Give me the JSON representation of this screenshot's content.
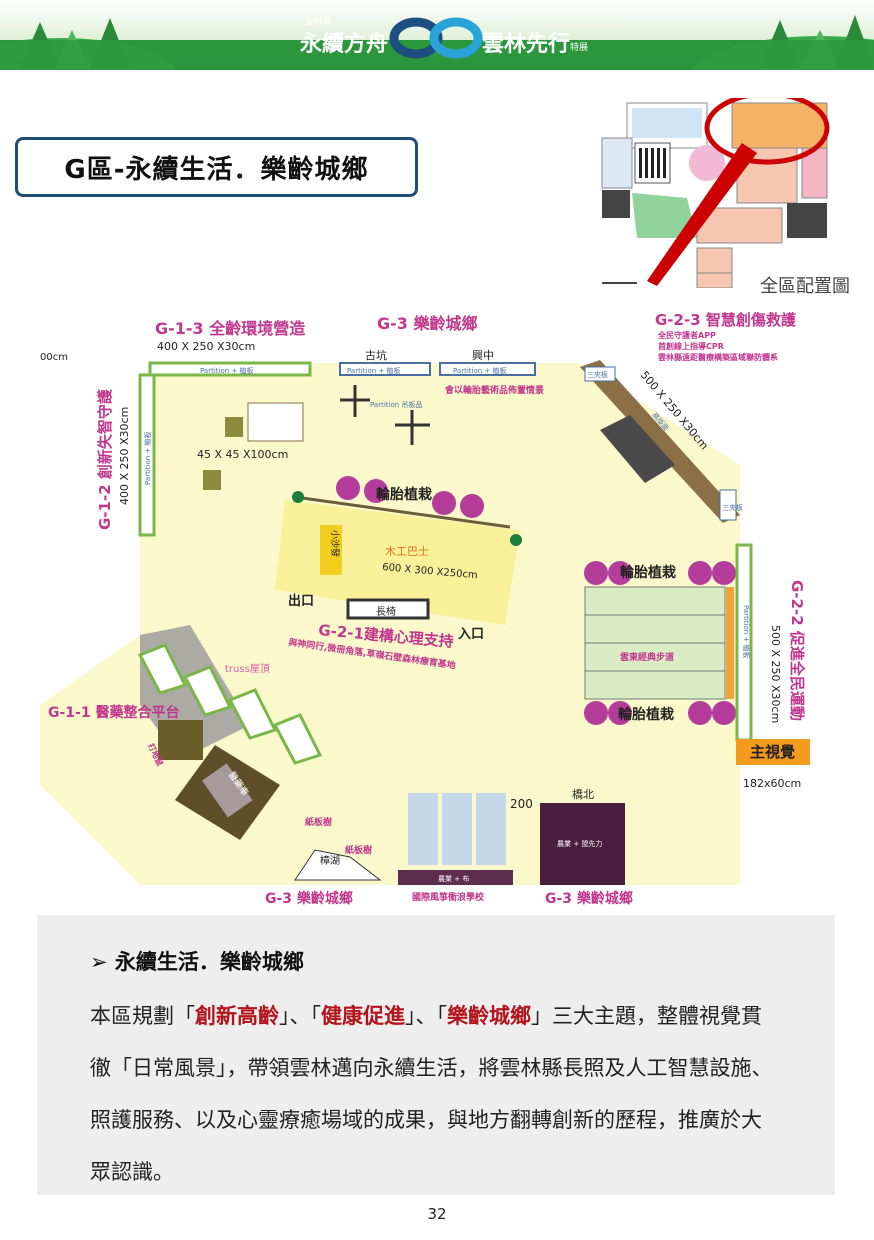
{
  "header": {
    "small_label": "雲林縣",
    "left_title": "永續方舟",
    "right_title": "雲林先行",
    "right_suffix": "特展"
  },
  "page_title": "G區-永續生活．樂齡城鄉",
  "overview_label": "全區配置圖",
  "floorplan": {
    "cut_label": "00cm",
    "g13_title": "G-1-3 全齡環境營造",
    "g13_size": "400 X 250 X30cm",
    "g3_top": "G-3 樂齡城鄉",
    "gukeng": "古坑",
    "xingzhong": "興中",
    "partition_board": "Partition + 植板",
    "tire_art": "會以輪胎藝術品佈置情景",
    "partition_sign": "Partition 吊板品",
    "g23_title": "G-2-3 智慧創傷救護",
    "g23_line1": "全民守護者APP",
    "g23_line2": "首創線上指導CPR",
    "g23_line3": "雲林縣遠距醫療構築區域聯防體系",
    "g23_size": "500 X 250 X30cm",
    "three_sided": "三夾板",
    "panel_small": "高版面",
    "g12_title": "G-1-2 創新失智守護",
    "g12_size": "400 X 250 X30cm",
    "partition_side": "Partition + 植板",
    "size_45": "45 X 45 X100cm",
    "tire_planter_1": "輪胎植栽",
    "tire_planter_2": "輪胎植栽",
    "tire_planter_3": "輪胎植栽",
    "bus_label": "木工巴士",
    "bus_size": "600 X 300 X250cm",
    "small_box": "小沙發",
    "exit": "出口",
    "entrance": "入口",
    "bench": "長椅",
    "g21_title": "G-2-1建構心理支持",
    "g21_sub": "與神同行,微冊角落,草嶺石壁森林療育基地",
    "truss": "truss屋頂",
    "g22_title": "G-2-2 促進全民運動",
    "g22_size": "500 X 250 X30cm",
    "trail": "雲東經典步道",
    "partition_right": "Partition + 植板",
    "main_visual": "主視覺",
    "main_size": "182x60cm",
    "g11_title": "G-1-1 醫藥整合平台",
    "dartboard": "打地鼠",
    "med_box": "醫藥車",
    "num_200": "200",
    "tree_1": "紙板樹",
    "tree_2": "紙板樹",
    "zhanghu": "樟湖",
    "school_sign": "農業 + 布",
    "g3_bottom_left": "G-3 樂齡城鄉",
    "kite_school": "國際風箏衝浪學校",
    "qiaobei": "橋北",
    "purple_box": "農業 + 盟先力",
    "g3_bottom_right": "G-3 樂齡城鄉"
  },
  "section": {
    "heading": "永續生活．樂齡城鄉",
    "p_start": "本區規劃「",
    "k1": "創新高齡",
    "sep1": "」、「",
    "k2": "健康促進",
    "sep2": "」、「",
    "k3": "樂齡城鄉",
    "p_rest": "」三大主題，整體視覺貫徹「日常風景」，帶領雲林邁向永續生活，將雲林縣長照及人工智慧設施、照護服務、以及心靈療癒場域的成果，與地方翻轉創新的歷程，推廣於大眾認識。"
  },
  "page_number": "32"
}
